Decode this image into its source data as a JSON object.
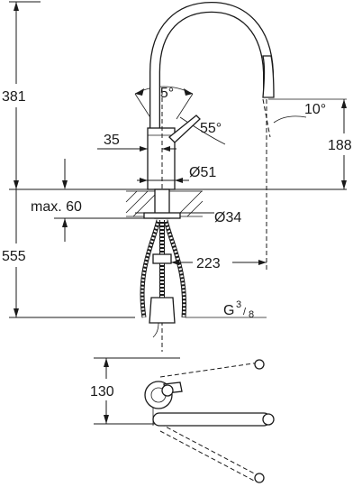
{
  "side_view": {
    "dimensions": {
      "total_height": "381",
      "swivel_angle": "55°",
      "spray_angle": "55°",
      "spout_tilt": "10°",
      "body_offset": "35",
      "spout_height": "188",
      "body_diameter": "Ø51",
      "max_deck": "max. 60",
      "hole_diameter": "Ø34",
      "hose_length": "555",
      "reach": "223",
      "thread_main": "G",
      "thread_num": "3",
      "thread_den": "8"
    }
  },
  "top_view": {
    "dimensions": {
      "depth": "130"
    }
  }
}
